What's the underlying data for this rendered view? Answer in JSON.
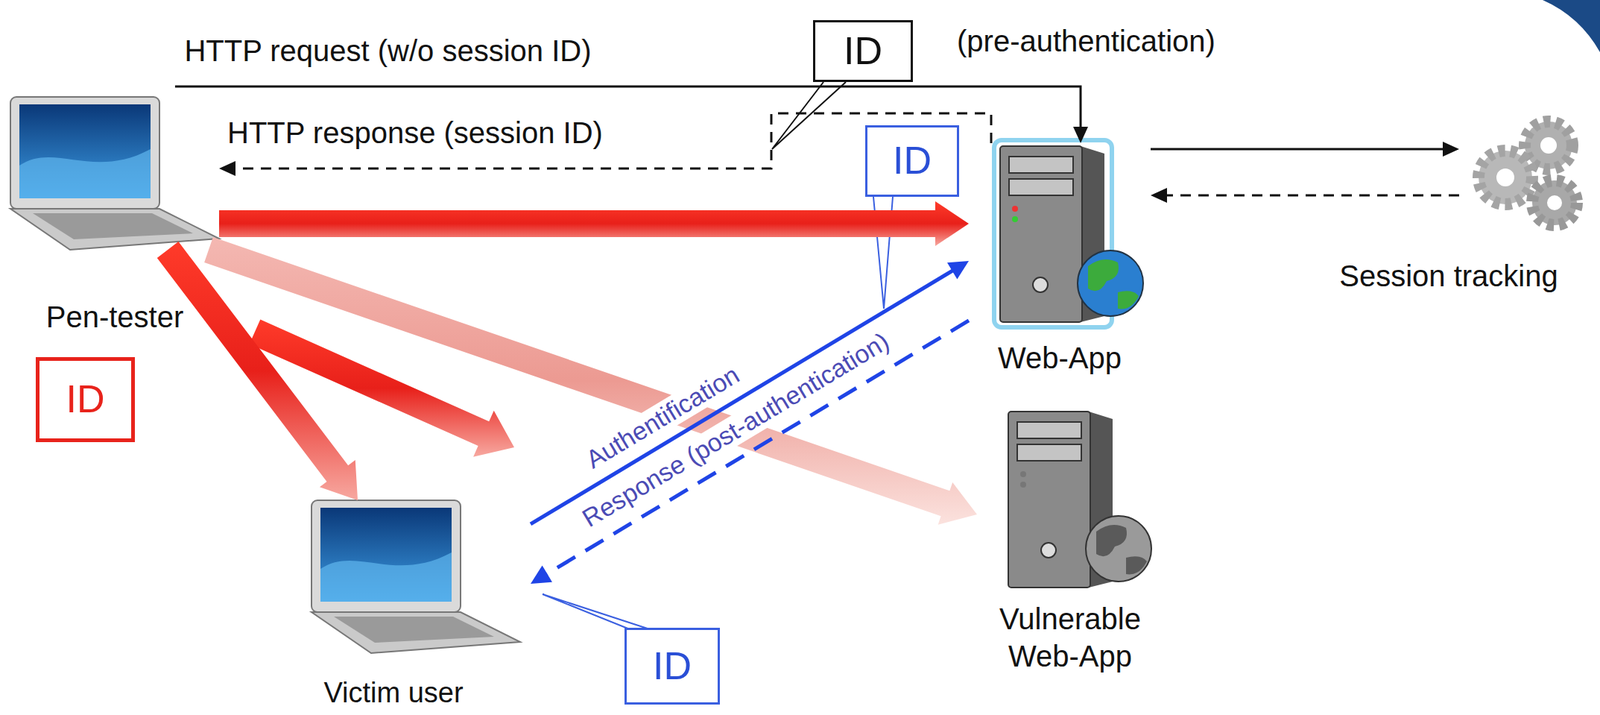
{
  "diagram": {
    "nodes": [
      {
        "text": [
          "ID"
        ]
      },
      {
        "text": [
          "Pen-tester"
        ]
      },
      {
        "text": [
          "Web-App"
        ]
      },
      {
        "text": [
          "ID"
        ]
      },
      {
        "text": [
          "Session tracking"
        ]
      },
      {
        "text": [
          "ID"
        ]
      },
      {
        "text": [
          "Vulnerable Web-App"
        ]
      },
      {
        "text": [
          "Victim user"
        ]
      },
      {
        "text": [
          "ID"
        ]
      }
    ],
    "edges": [
      {
        "from": 1,
        "to": 2,
        "arrow": "to",
        "label": "HTTP request (w/o session ID)"
      },
      {
        "from": 2,
        "to": 1,
        "arrow": "to",
        "label": "HTTP response (session ID)"
      },
      {
        "from": 2,
        "to": 4,
        "arrow": "to"
      },
      {
        "from": 4,
        "to": 2,
        "arrow": "to"
      },
      {
        "from": 1,
        "to": 2,
        "arrow": "to"
      },
      {
        "from": 1,
        "to": 6,
        "arrow": "to"
      },
      {
        "from": 1,
        "to": 7,
        "arrow": "to"
      },
      {
        "from": 7,
        "to": 2,
        "arrow": "to",
        "label": "Authentification"
      },
      {
        "from": 2,
        "to": 7,
        "arrow": "to",
        "label": "Response (post-authentication)"
      }
    ],
    "labels": [
      "(pre-authentication)"
    ]
  }
}
